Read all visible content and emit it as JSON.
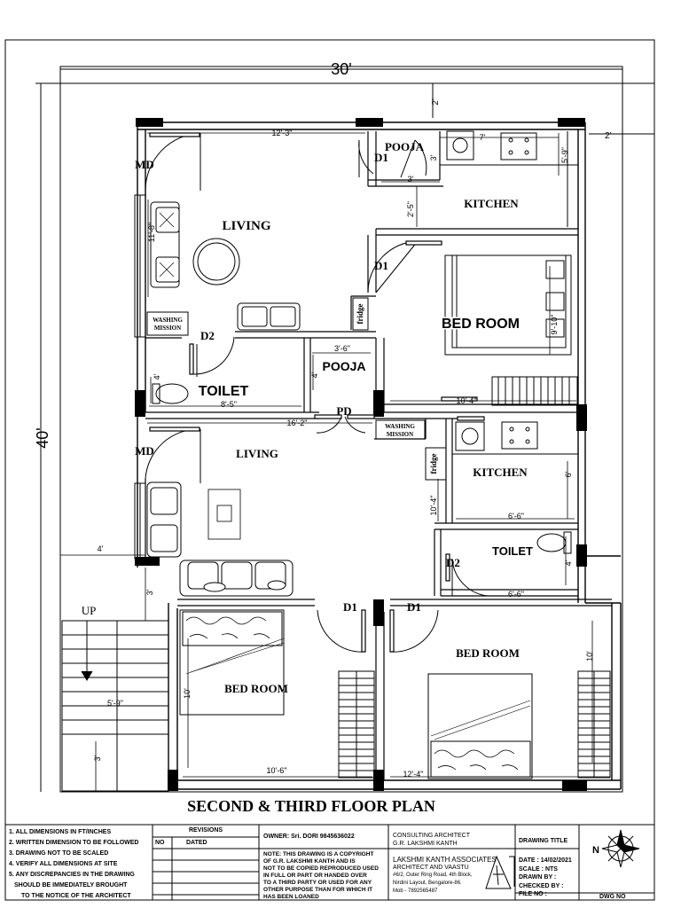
{
  "overall": {
    "width_dim": "30'",
    "depth_dim": "40'"
  },
  "dims": {
    "top_setback": "2'",
    "right_setback": "2'",
    "living_width": "12'-3\"",
    "pooja_top_w": "3'",
    "pooja_top_d": "3'",
    "pooja_top_side": "3'",
    "kitchen_top_w": "7'",
    "kitchen_top_d": "5'-9\"",
    "kitchen_lower_gap": "2'-5\"",
    "living_left": "11'-8\"",
    "bed_top_d": "9'-10\"",
    "pooja_mid_w": "3'-6\"",
    "pooja_mid_d": "4'",
    "toilet_top_w": "8'-5\"",
    "toilet_top_d": "4'",
    "bed_top_w": "10'-4\"",
    "lower_living_w": "16'-2\"",
    "kitchen_low_d": "10'-4\"",
    "kitchen_low_right": "6'",
    "kitchen_low_w": "6'-6\"",
    "toilet_low_w": "6'-6\"",
    "toilet_low_d": "4'",
    "setback_left": "4'",
    "stair_w": "5'-9\"",
    "stair_d1": "3'",
    "stair_d2": "3'",
    "bed_low_left_w": "10'-6\"",
    "bed_low_left_d": "10'",
    "bed_low_right_w": "12'-4\"",
    "bed_low_right_d": "10'"
  },
  "rooms": {
    "pooja_top": "POOJA",
    "kitchen_top": "KITCHEN",
    "living_top": "LIVING",
    "bedroom_top": "BED ROOM",
    "washing_top_1": "WASHING",
    "washing_top_2": "MISSION",
    "pooja_mid": "POOJA",
    "toilet_top": "TOILET",
    "fridge_top": "fridge",
    "living_low": "LIVING",
    "washing_low_1": "WASHING",
    "washing_low_2": "MISSION",
    "fridge_low": "fridge",
    "kitchen_low": "KITCHEN",
    "toilet_low": "TOILET",
    "bedroom_low_left": "BED ROOM",
    "bedroom_low_right": "BED ROOM",
    "up": "UP"
  },
  "doors": {
    "md_top": "MD",
    "d1_pooja": "D1",
    "d1_bed": "D1",
    "d2_toilet": "D2",
    "pd": "PD",
    "md_low": "MD",
    "d2_low": "D2",
    "d1_low_left": "D1",
    "d1_low_right": "D1"
  },
  "title": "SECOND & THIRD  FLOOR  PLAN",
  "titleblock": {
    "notes": [
      "1. ALL DIMENSIONS IN FT/INCHES",
      "2. WRITTEN DIMENSION TO BE FOLLOWED",
      "3. DRAWING NOT TO BE SCALED",
      "4. VERIFY ALL DIMENSIONS AT SITE",
      "5. ANY DISCREPANCIES IN THE DRAWING",
      "SHOULD BE IMMEDIATELY BROUGHT",
      "TO THE NOTICE OF THE ARCHITECT"
    ],
    "revisions": "REVISIONS",
    "rev_no": "NO",
    "rev_dated": "DATED",
    "owner": "OWNER:  Sri. DORI  9845636022",
    "copyright": [
      "NOTE: THIS DRAWING IS A COPYRIGHT",
      "OF G.R. LAKSHMI KANTH AND IS",
      "NOT TO BE COPIED REPRODUCED USED",
      "IN FULL OR PART OR HANDED OVER",
      "TO A THIRD PARTY OR USED FOR ANY",
      "OTHER PURPOSE THAN FOR WHICH IT",
      "HAS BEEN LOANED"
    ],
    "consulting": [
      "CONSULTING ARCHITECT",
      "G.R. LAKSHMI KANTH"
    ],
    "firm": [
      "LAKSHMI KANTH ASSOCIATES",
      "ARCHITECT AND VAASTU",
      "#6/2, Outer Ring Road, 4th Block,",
      "Nirdini Layout, Bengalore-86.",
      "Mob - 7892565487"
    ],
    "drawing_title": "DRAWING TITLE",
    "meta": [
      "DATE : 14/02/2021",
      "SCALE :  NTS",
      "DRAWN BY :",
      "CHECKED BY :",
      "FILE NO :"
    ],
    "north": "N",
    "dwg_no": "DWG NO"
  }
}
